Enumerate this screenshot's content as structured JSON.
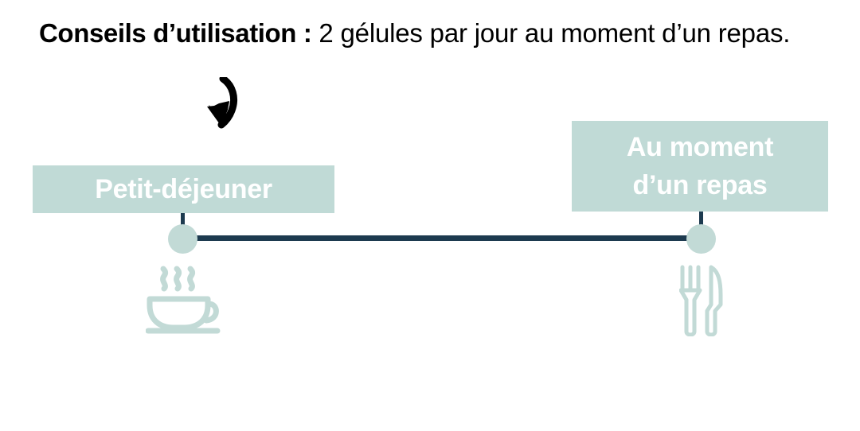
{
  "page": {
    "background_color": "#ffffff",
    "accent_sage": "#c0dad6",
    "accent_sage_dot": "#c2dad6",
    "accent_navy": "#1d3a4f",
    "text_color": "#000000",
    "label_text_color": "#ffffff"
  },
  "heading": {
    "lead": "Conseils d’utilisation :",
    "rest": " 2 gélules par jour au moment d’un repas."
  },
  "annotation": {
    "arrow": "curved-down-arrow"
  },
  "timeline": {
    "line_color": "#1d3a4f",
    "nodes": [
      {
        "id": "breakfast",
        "label_lines": [
          "Petit-déjeuner"
        ],
        "icon": "coffee-cup-icon",
        "dot_color": "#c2dad6"
      },
      {
        "id": "meal",
        "label_lines": [
          "Au moment",
          "d’un repas"
        ],
        "icon": "fork-knife-icon",
        "dot_color": "#c2dad6"
      }
    ]
  }
}
